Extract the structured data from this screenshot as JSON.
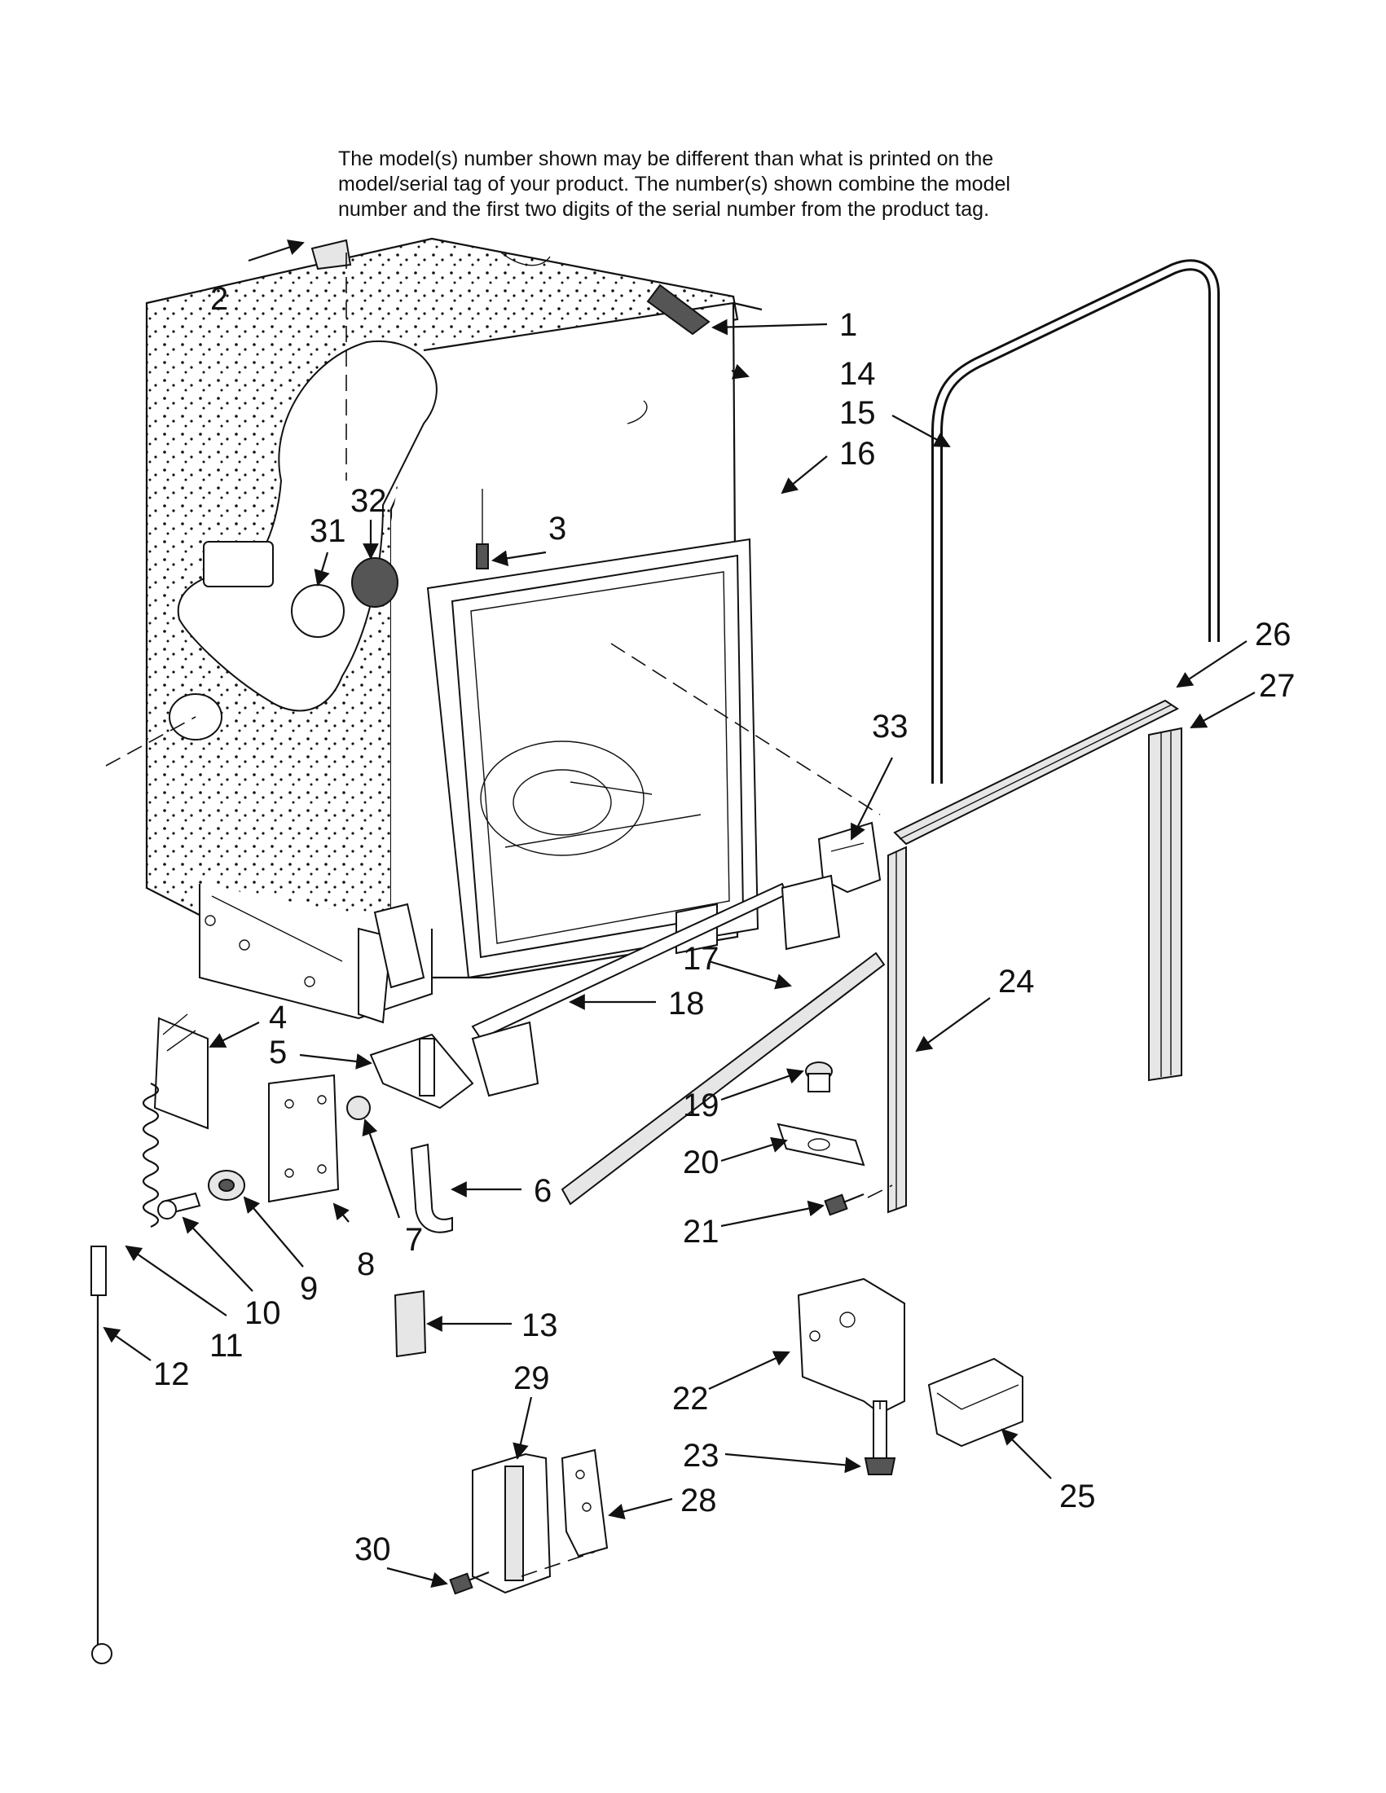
{
  "notice": {
    "lines": [
      "The model(s) number shown may be different than what is printed on the",
      "model/serial tag of your product. The number(s) shown combine the model",
      "number and the first two digits of the serial number from the product tag."
    ]
  },
  "callouts": [
    "1",
    "2",
    "3",
    "4",
    "5",
    "6",
    "7",
    "8",
    "9",
    "10",
    "11",
    "12",
    "13",
    "14",
    "15",
    "16",
    "17",
    "18",
    "19",
    "20",
    "21",
    "22",
    "23",
    "24",
    "25",
    "26",
    "27",
    "28",
    "29",
    "30",
    "31",
    "32",
    "33"
  ],
  "colors": {
    "ink": "#111111",
    "paper": "#ffffff"
  }
}
